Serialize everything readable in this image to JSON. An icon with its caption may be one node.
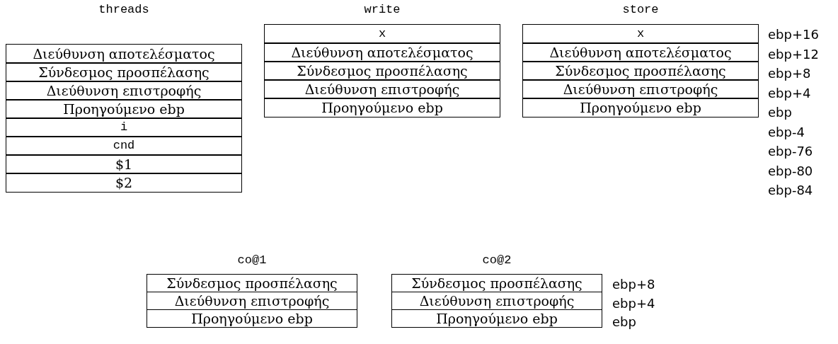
{
  "diagram": {
    "nodes": [
      {
        "text": [
          "threads"
        ]
      },
      {
        "text": [
          "Διεύθυνση αποτελέσματος"
        ],
        "in": 0
      },
      {
        "text": [
          "Σύνδεσμος προσπέλασης"
        ],
        "in": 0
      },
      {
        "text": [
          "Διεύθυνση επιστροφής"
        ],
        "in": 0
      },
      {
        "text": [
          "Προηγούμενο ebp"
        ],
        "in": 0
      },
      {
        "text": [
          "i"
        ],
        "in": 0
      },
      {
        "text": [
          "cnd"
        ],
        "in": 0
      },
      {
        "text": [
          "$1"
        ],
        "in": 0
      },
      {
        "text": [
          "$2"
        ],
        "in": 0
      },
      {
        "text": [
          "write"
        ]
      },
      {
        "text": [
          "x"
        ],
        "in": 9
      },
      {
        "text": [
          "Διεύθυνση αποτελέσματος"
        ],
        "in": 9
      },
      {
        "text": [
          "Σύνδεσμος προσπέλασης"
        ],
        "in": 9
      },
      {
        "text": [
          "Διεύθυνση επιστροφής"
        ],
        "in": 9
      },
      {
        "text": [
          "Προηγούμενο ebp"
        ],
        "in": 9
      },
      {
        "text": [
          "store"
        ]
      },
      {
        "text": [
          "x"
        ],
        "in": 15
      },
      {
        "text": [
          "Διεύθυνση αποτελέσματος"
        ],
        "in": 15
      },
      {
        "text": [
          "Σύνδεσμος προσπέλασης"
        ],
        "in": 15
      },
      {
        "text": [
          "Διεύθυνση επιστροφής"
        ],
        "in": 15
      },
      {
        "text": [
          "Προηγούμενο ebp"
        ],
        "in": 15
      },
      {
        "text": [
          "co@1"
        ]
      },
      {
        "text": [
          "Σύνδεσμος προσπέλασης"
        ],
        "in": 21
      },
      {
        "text": [
          "Διεύθυνση επιστροφής"
        ],
        "in": 21
      },
      {
        "text": [
          "Προηγούμενο ebp"
        ],
        "in": 21
      },
      {
        "text": [
          "co@2"
        ]
      },
      {
        "text": [
          "Σύνδεσμος προσπέλασης"
        ],
        "in": 25
      },
      {
        "text": [
          "Διεύθυνση επιστροφής"
        ],
        "in": 25
      },
      {
        "text": [
          "Προηγούμενο ebp"
        ],
        "in": 25
      }
    ],
    "labels": [
      "ebp+16",
      "ebp+12",
      "ebp+8",
      "ebp+4",
      "ebp",
      "ebp-4",
      "ebp-76",
      "ebp-80",
      "ebp-84",
      "ebp+8",
      "ebp+4",
      "ebp"
    ]
  }
}
